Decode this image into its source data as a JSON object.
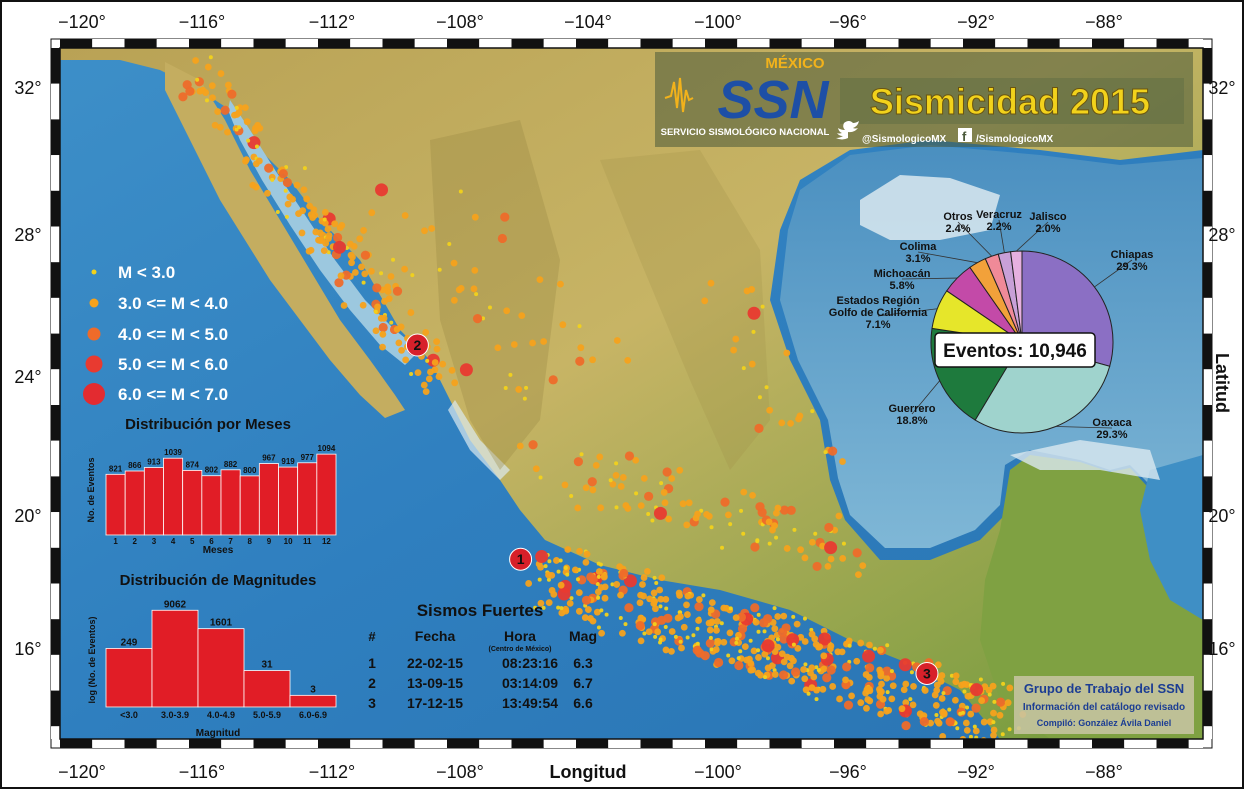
{
  "axes": {
    "lon_ticks": [
      "−120°",
      "−116°",
      "−112°",
      "−108°",
      "−104°",
      "−100°",
      "−96°",
      "−92°",
      "−88°"
    ],
    "lat_ticks_left": [
      "32°",
      "28°",
      "24°",
      "20°",
      "16°"
    ],
    "lat_ticks_right": [
      "32°",
      "28°",
      "24°",
      "20°",
      "16°"
    ],
    "xlabel": "Longitud",
    "ylabel": "Latitud"
  },
  "logo": {
    "country": "MÉXICO",
    "acronym": "SSN",
    "name": "SERVICIO SISMOLÓGICO NACIONAL",
    "title": "Sismicidad 2015",
    "twitter": "@SismologicoMX",
    "facebook": "/SismologicoMX"
  },
  "legend": {
    "items": [
      {
        "label": "M < 3.0",
        "color": "#f2d21b"
      },
      {
        "label": "3.0 <= M < 4.0",
        "color": "#f6a21c"
      },
      {
        "label": "4.0 <= M < 5.0",
        "color": "#ee6b2a"
      },
      {
        "label": "5.0 <= M < 6.0",
        "color": "#e83a30"
      },
      {
        "label": "6.0 <= M < 7.0",
        "color": "#e32b30"
      }
    ]
  },
  "month_chart": {
    "title": "Distribución por Meses",
    "ylabel": "No. de Eventos",
    "xlabel": "Meses",
    "bar_color": "#e11d26"
  },
  "mag_chart": {
    "title": "Distribución  de Magnitudes",
    "ylabel": "log (No. de Eventos)",
    "xlabel": "Magnitud"
  },
  "chart_data": [
    {
      "type": "bar",
      "title": "Distribución por Meses",
      "xlabel": "Meses",
      "ylabel": "No. de Eventos",
      "categories": [
        "1",
        "2",
        "3",
        "4",
        "5",
        "6",
        "7",
        "8",
        "9",
        "10",
        "11",
        "12"
      ],
      "values": [
        821,
        866,
        913,
        1039,
        874,
        802,
        882,
        800,
        967,
        919,
        977,
        1094
      ]
    },
    {
      "type": "bar",
      "title": "Distribución  de Magnitudes",
      "xlabel": "Magnitud",
      "ylabel": "log (No. de Eventos)",
      "categories": [
        "<3.0",
        "3.0-3.9",
        "4.0-4.9",
        "5.0-5.9",
        "6.0-6.9"
      ],
      "values": [
        249,
        9062,
        1601,
        31,
        3
      ],
      "scale": "log"
    },
    {
      "type": "pie",
      "total_label": "Eventos: 10,946",
      "slices": [
        {
          "name": "Chiapas",
          "value": 29.3,
          "label": "29.3%",
          "color": "#8b6fc4"
        },
        {
          "name": "Oaxaca",
          "value": 29.3,
          "label": "29.3%",
          "color": "#9fd3cd"
        },
        {
          "name": "Guerrero",
          "value": 18.8,
          "label": "18.8%",
          "color": "#1e7a3d"
        },
        {
          "name": "Estados Región Golfo de California",
          "value": 7.1,
          "label": "7.1%",
          "color": "#e6e62a"
        },
        {
          "name": "Michoacán",
          "value": 5.8,
          "label": "5.8%",
          "color": "#c34aa8"
        },
        {
          "name": "Colima",
          "value": 3.1,
          "label": "3.1%",
          "color": "#f2a13a"
        },
        {
          "name": "Otros",
          "value": 2.4,
          "label": "2.4%",
          "color": "#f08a98"
        },
        {
          "name": "Veracruz",
          "value": 2.2,
          "label": "2.2%",
          "color": "#c8a0d8"
        },
        {
          "name": "Jalisco",
          "value": 2.0,
          "label": "2.0%",
          "color": "#e6b0e0"
        }
      ]
    }
  ],
  "strong_quakes": {
    "title": "Sismos Fuertes",
    "headers": {
      "num": "#",
      "date": "Fecha",
      "time": "Hora",
      "time_note": "(Centro de México)",
      "mag": "Mag"
    },
    "rows": [
      {
        "num": "1",
        "date": "22-02-15",
        "time": "08:23:16",
        "mag": "6.3",
        "lon": -106.4,
        "lat": 18.8
      },
      {
        "num": "2",
        "date": "13-09-15",
        "time": "03:14:09",
        "mag": "6.7",
        "lon": -109.6,
        "lat": 24.8
      },
      {
        "num": "3",
        "date": "17-12-15",
        "time": "13:49:54",
        "mag": "6.6",
        "lon": -93.8,
        "lat": 15.6
      }
    ]
  },
  "credits": {
    "line1": "Grupo de Trabajo del SSN",
    "line2": "Información del catálogo revisado",
    "line3": "Compiló: González Ávila Daniel"
  }
}
